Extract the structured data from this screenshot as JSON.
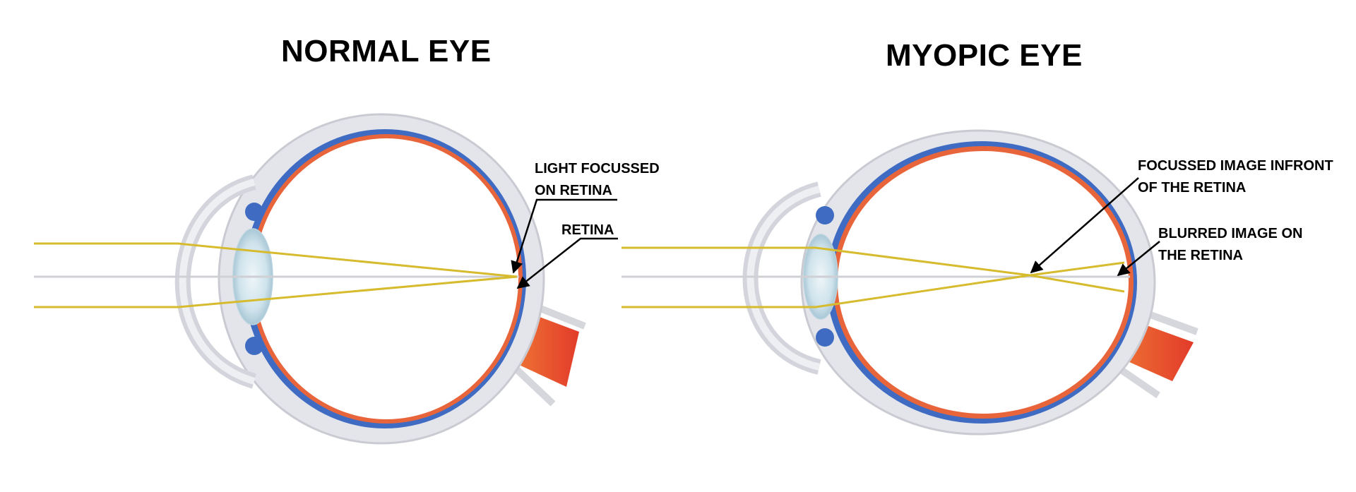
{
  "diagrams": [
    {
      "title": "NORMAL EYE",
      "labels": [
        {
          "lines": [
            "LIGHT FOCUSSED",
            "ON RETINA"
          ]
        },
        {
          "lines": [
            "RETINA"
          ]
        }
      ]
    },
    {
      "title": "MYOPIC EYE",
      "labels": [
        {
          "lines": [
            "FOCUSSED IMAGE INFRONT",
            "OF THE RETINA"
          ]
        },
        {
          "lines": [
            "BLURRED IMAGE ON",
            "THE RETINA"
          ]
        }
      ]
    }
  ],
  "colors": {
    "sclera": "#e4e5ea",
    "sclera_stroke": "#c9cad1",
    "choroid": "#3f6cc2",
    "retina": "#e8653c",
    "optic_nerve": "#e8452c",
    "lens": "#cfe3ec",
    "light_ray": "#d7bb2e",
    "optical_axis": "#cfd0d6"
  }
}
